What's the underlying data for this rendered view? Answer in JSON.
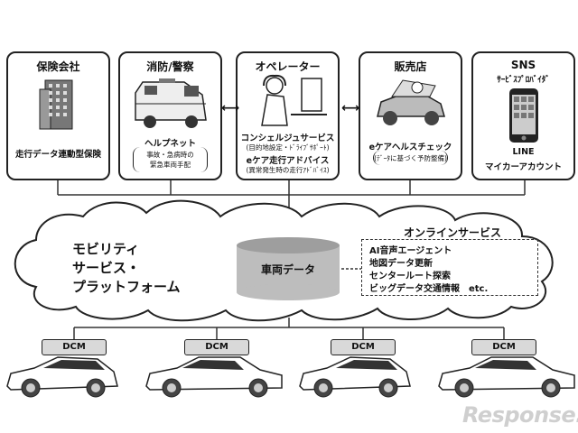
{
  "boxes": [
    {
      "title": "保険会社",
      "lines": [
        "走行データ連動型保険"
      ],
      "icon": "office-building-icon"
    },
    {
      "title": "消防/警察",
      "lines": [
        "ヘルプネット"
      ],
      "bracket_lines": [
        "事故・急病時の",
        "緊急車両手配"
      ],
      "icon": "ambulance-icon"
    },
    {
      "title": "オペレーター",
      "lines": [
        "コンシェルジュサービス",
        "(目的地設定・ﾄﾞﾗｲﾌﾞｻﾎﾟｰﾄ)",
        "eケア走行アドバイス",
        "(異常発生時の走行ｱﾄﾞﾊﾞｲｽ)"
      ],
      "icon": "operator-headset-icon"
    },
    {
      "title": "販売店",
      "lines": [
        "eケアヘルスチェック"
      ],
      "bracket_lines": [
        "(ﾃﾞｰﾀに基づく予防整備)"
      ],
      "icon": "car-maintenance-icon"
    },
    {
      "title": "SNS",
      "subtitle": "ｻｰﾋﾞｽﾌﾟﾛﾊﾞｲﾀﾞ",
      "lines": [
        "LINE",
        "マイカーアカウント"
      ],
      "icon": "smartphone-icon"
    }
  ],
  "platform": {
    "lines": [
      "モビリティ",
      "サービス・",
      "プラットフォーム"
    ],
    "database_label": "車両データ"
  },
  "online_services": {
    "title": "オンラインサービス",
    "items": [
      "AI音声エージェント",
      "地図データ更新",
      "センタールート探索",
      "ビッグデータ交通情報　etc."
    ]
  },
  "dcm_labels": [
    "DCM",
    "DCM",
    "DCM",
    "DCM"
  ],
  "watermark": "Response."
}
